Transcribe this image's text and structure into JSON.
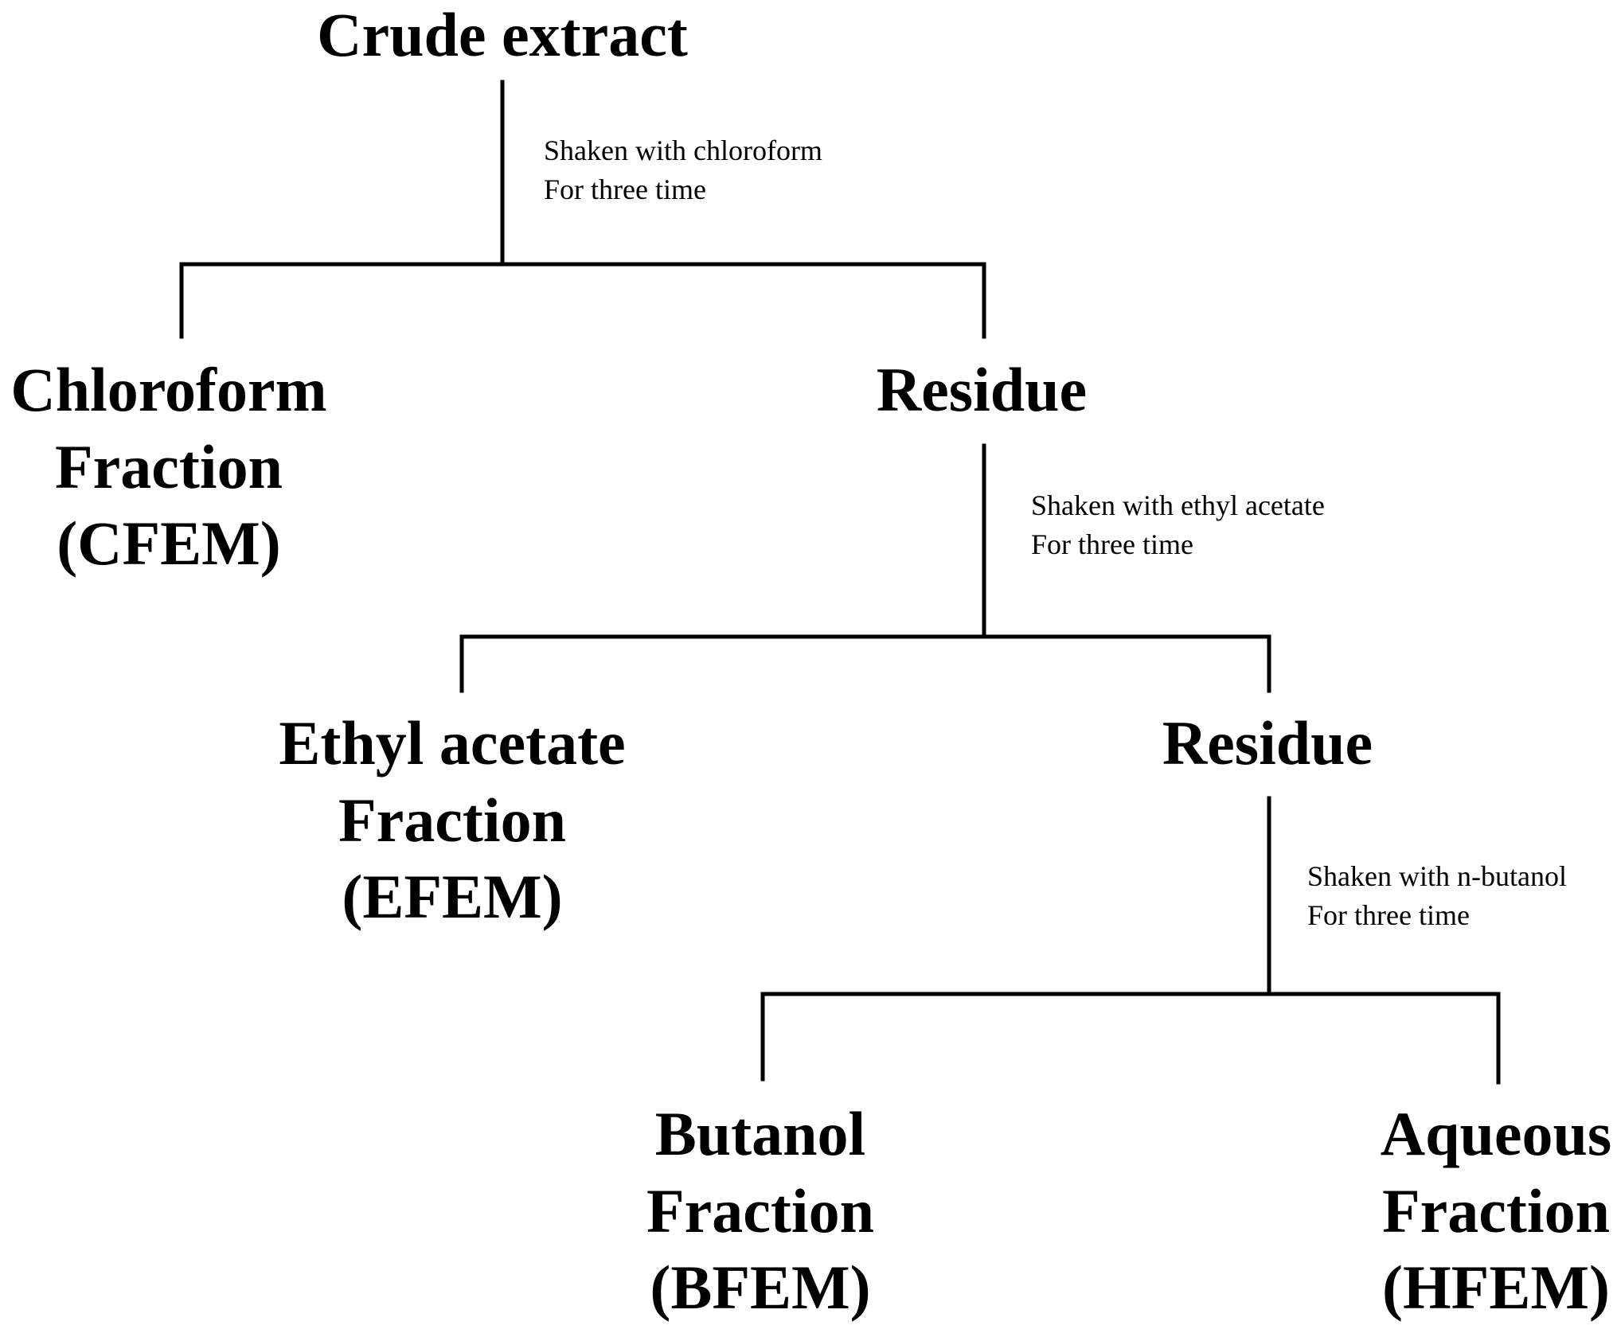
{
  "nodes": {
    "crude": {
      "lines": [
        "Crude extract"
      ]
    },
    "chloroform_fraction": {
      "lines": [
        "Chloroform",
        "Fraction",
        "(CFEM)"
      ]
    },
    "residue_1": {
      "lines": [
        "Residue"
      ]
    },
    "ethyl_acetate_fraction": {
      "lines": [
        "Ethyl acetate",
        "Fraction",
        "(EFEM)"
      ]
    },
    "residue_2": {
      "lines": [
        "Residue"
      ]
    },
    "butanol_fraction": {
      "lines": [
        "Butanol",
        "Fraction",
        "(BFEM)"
      ]
    },
    "aqueous_fraction": {
      "lines": [
        "Aqueous",
        "Fraction",
        "(HFEM)"
      ]
    }
  },
  "steps": {
    "step_1": {
      "lines": [
        "Shaken with chloroform",
        "For three time"
      ]
    },
    "step_2": {
      "lines": [
        "Shaken with ethyl acetate",
        "For three time"
      ]
    },
    "step_3": {
      "lines": [
        "Shaken with n-butanol",
        "For three time"
      ]
    }
  },
  "colors": {
    "line": "#000000",
    "text": "#000000",
    "background": "#ffffff"
  }
}
